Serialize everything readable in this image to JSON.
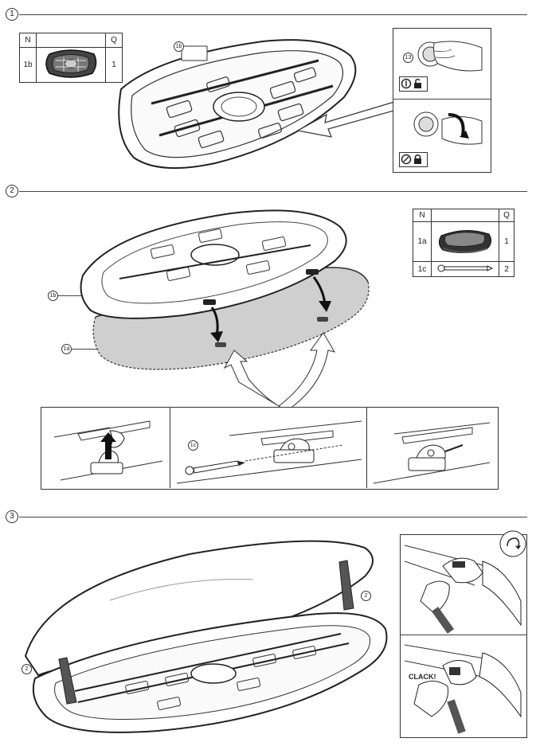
{
  "steps": {
    "step1": {
      "number": "1"
    },
    "step2": {
      "number": "2"
    },
    "step3": {
      "number": "3"
    }
  },
  "table1": {
    "header_n": "N",
    "header_q": "Q",
    "rows": [
      {
        "n": "1b",
        "q": "1"
      }
    ]
  },
  "table2": {
    "header_n": "N",
    "header_q": "Q",
    "rows": [
      {
        "n": "1a",
        "q": "1"
      },
      {
        "n": "1c",
        "q": "2"
      }
    ]
  },
  "callouts": {
    "lid_1b_top": "1b",
    "key_13": "13",
    "lid_1b_mid": "1b",
    "base_1a": "1a",
    "pin_1c": "1c",
    "strut_2_right": "2",
    "strut_2_left": "2"
  },
  "clack_text": "CLACK!",
  "icons": [
    "open-lock-icon",
    "closed-lock-icon",
    "key-turn-icon",
    "rotate-arrow-icon"
  ]
}
